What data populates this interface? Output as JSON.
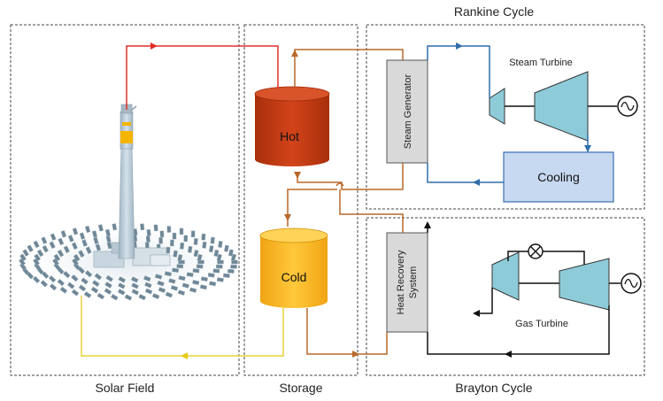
{
  "sections": {
    "solar_field": "Solar Field",
    "storage": "Storage",
    "rankine_cycle": "Rankine Cycle",
    "brayton_cycle": "Brayton Cycle"
  },
  "components": {
    "hot_tank": "Hot",
    "cold_tank": "Cold",
    "steam_generator": "Steam Generator",
    "heat_recovery_line1": "Heat Recovery",
    "heat_recovery_line2": "System",
    "steam_turbine": "Steam Turbine",
    "gas_turbine": "Gas Turbine",
    "cooling": "Cooling"
  },
  "colors": {
    "hot_tank": "#c0350f",
    "cold_tank": "#f6b51c",
    "hot_line": "#e0302a",
    "cold_line": "#e8d23a",
    "brown_line": "#b8682a",
    "blue_line": "#2f6fa8",
    "turbine": "#8ecbd8",
    "cooling_fill": "#c7d9f0",
    "exchanger_fill": "#d9d9d9"
  }
}
